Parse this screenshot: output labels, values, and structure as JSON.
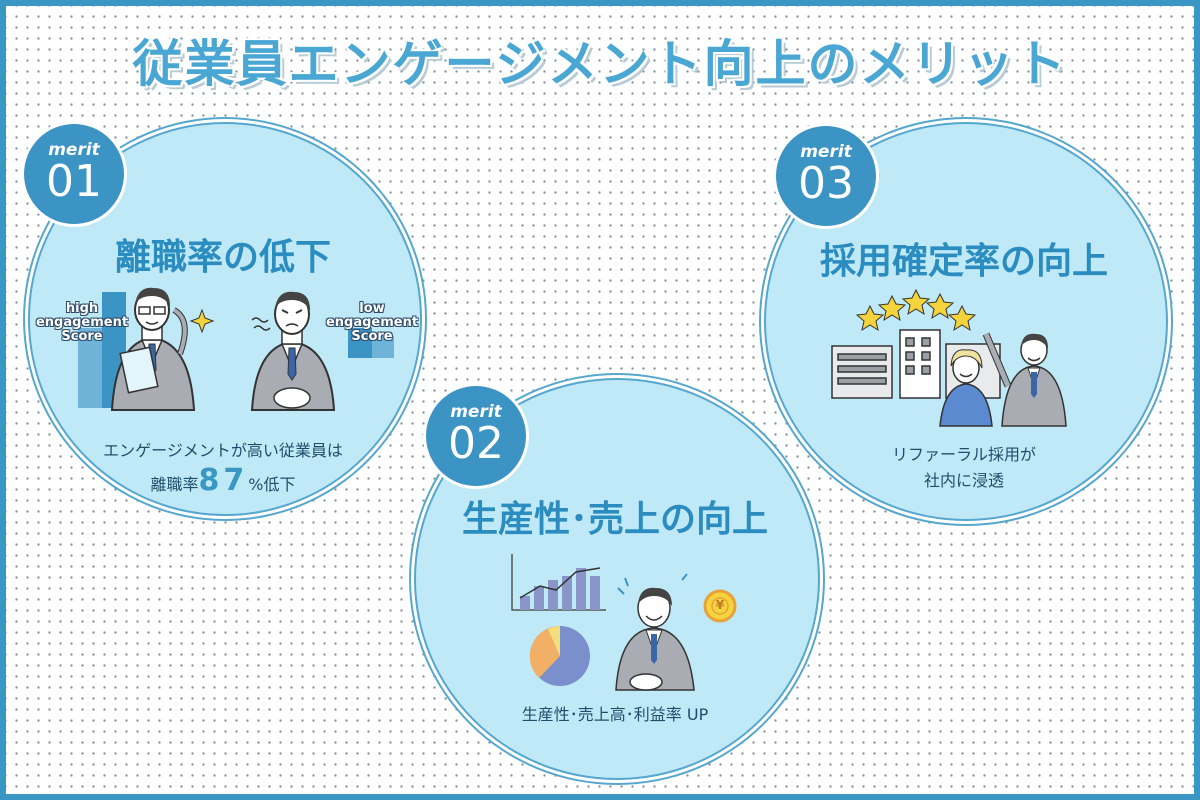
{
  "title": "従業員エンゲージメント向上のメリット",
  "colors": {
    "accent": "#3b94c4",
    "circle_fill": "#bfe9f7",
    "title": "#4aa7d4"
  },
  "merits": [
    {
      "badge_word": "merit",
      "number": "01",
      "heading": "離職率の低下",
      "labels": {
        "high": [
          "high",
          "engagement",
          "Score"
        ],
        "low": [
          "low",
          "engagement",
          "Score"
        ]
      },
      "desc_line1": "エンゲージメントが高い従業員は",
      "desc_prefix": "離職率",
      "desc_value": "87",
      "desc_suffix": "%低下"
    },
    {
      "badge_word": "merit",
      "number": "02",
      "heading": "生産性･売上の向上",
      "desc_line1": "生産性･売上高･利益率 UP",
      "coin_symbol": "¥"
    },
    {
      "badge_word": "merit",
      "number": "03",
      "heading": "採用確定率の向上",
      "desc_line1": "リファーラル採用が",
      "desc_line2": "社内に浸透"
    }
  ]
}
